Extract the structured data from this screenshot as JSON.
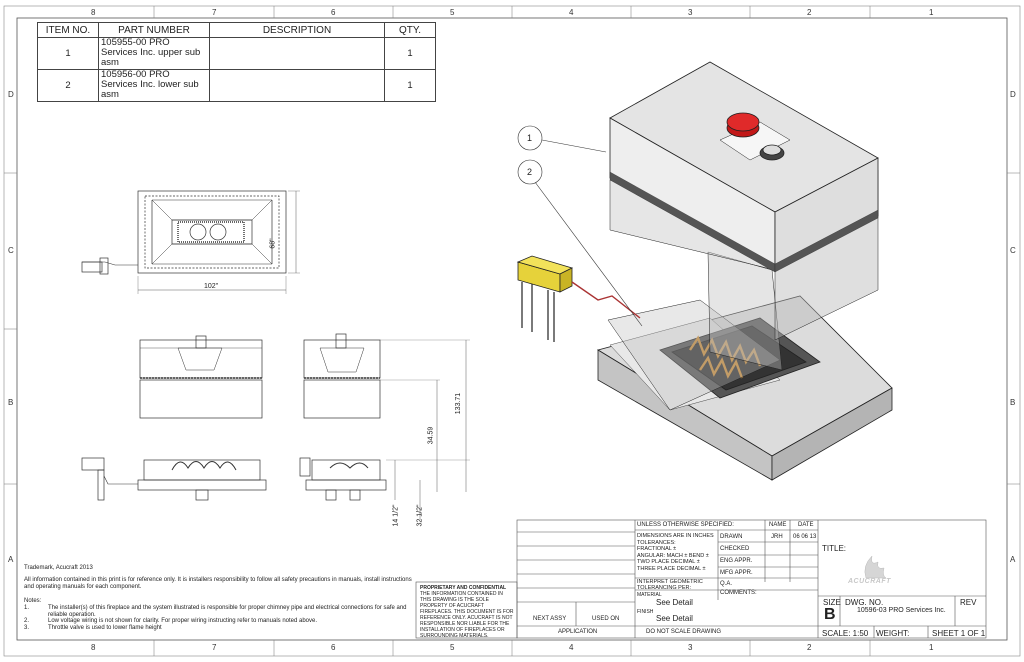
{
  "zones": {
    "top": [
      "8",
      "7",
      "6",
      "5",
      "4",
      "3",
      "2",
      "1"
    ],
    "bottom": [
      "8",
      "7",
      "6",
      "5",
      "4",
      "3",
      "2",
      "1"
    ],
    "left": [
      "D",
      "C",
      "B",
      "A"
    ],
    "right": [
      "D",
      "C",
      "B",
      "A"
    ]
  },
  "bom": {
    "headers": [
      "ITEM NO.",
      "PART NUMBER",
      "DESCRIPTION",
      "QTY."
    ],
    "rows": [
      {
        "item": "1",
        "part": "105955-00 PRO Services Inc. upper sub asm",
        "description": "",
        "qty": "1"
      },
      {
        "item": "2",
        "part": "105956-00 PRO Services Inc. lower sub asm",
        "description": "",
        "qty": "1"
      }
    ]
  },
  "dimensions": {
    "width": "102\"",
    "depth": "68\"",
    "height_total": "133.71",
    "height_mid": "34.59",
    "h1": "14 1/2\"",
    "h2": "32 1/2\""
  },
  "balloons": [
    "1",
    "2"
  ],
  "notes": {
    "trademark": "Trademark, Acucraft 2013",
    "disclaimer": "All information contained in this print is for reference only.  It is installers responsibility to follow all safety precautions in manuals, install instructions and operating manuals for each component.",
    "title": "Notes:",
    "items": [
      {
        "n": "1.",
        "text": "The installer(s) of this fireplace and the system illustrated is responsible for proper chimney pipe and electrical connections for safe and reliable operation."
      },
      {
        "n": "2.",
        "text": "Low voltage wiring is not shown for clarity.  For proper wiring instructing refer to manuals noted above."
      },
      {
        "n": "3.",
        "text": "Throttle valve is used to lower flame height"
      }
    ]
  },
  "proprietary": {
    "title": "PROPRIETARY AND CONFIDENTIAL",
    "body": "THE INFORMATION CONTAINED IN THIS DRAWING IS THE SOLE PROPERTY OF ACUCRAFT FIREPLACES. THIS DOCUMENT IS FOR REFERENCE ONLY. ACUCRAFT IS NOT RESPONSIBLE NOR LIABLE FOR THE INSTALLATION OF FIREPLACES OR SURROUNDING MATERIALS."
  },
  "title_block": {
    "unless": "UNLESS OTHERWISE SPECIFIED:",
    "dims": "DIMENSIONS ARE IN INCHES\nTOLERANCES:\nFRACTIONAL ±\nANGULAR: MACH ±   BEND ±\nTWO PLACE DECIMAL   ±\nTHREE PLACE DECIMAL  ±",
    "interpret": "INTERPRET GEOMETRIC\nTOLERANCING PER:",
    "material": "MATERIAL",
    "see1": "See Detail",
    "finish": "FINISH",
    "see2": "See Detail",
    "next_assy": "NEXT ASSY",
    "used_on": "USED ON",
    "application": "APPLICATION",
    "do_not_scale": "DO NOT SCALE DRAWING",
    "name_h": "NAME",
    "date_h": "DATE",
    "drawn": "DRAWN",
    "drawn_name": "JRH",
    "drawn_date": "06 06 13",
    "checked": "CHECKED",
    "eng": "ENG APPR.",
    "mfg": "MFG APPR.",
    "qa": "Q.A.",
    "comments": "COMMENTS:",
    "title_label": "TITLE:",
    "logo": "ACUCRAFT",
    "size_label": "SIZE",
    "size": "B",
    "dwg_label": "DWG.  NO.",
    "dwg_no": "10596-03 PRO Services Inc.",
    "rev_label": "REV",
    "scale": "SCALE: 1:50",
    "weight": "WEIGHT:",
    "sheet": "SHEET 1 OF 1"
  }
}
